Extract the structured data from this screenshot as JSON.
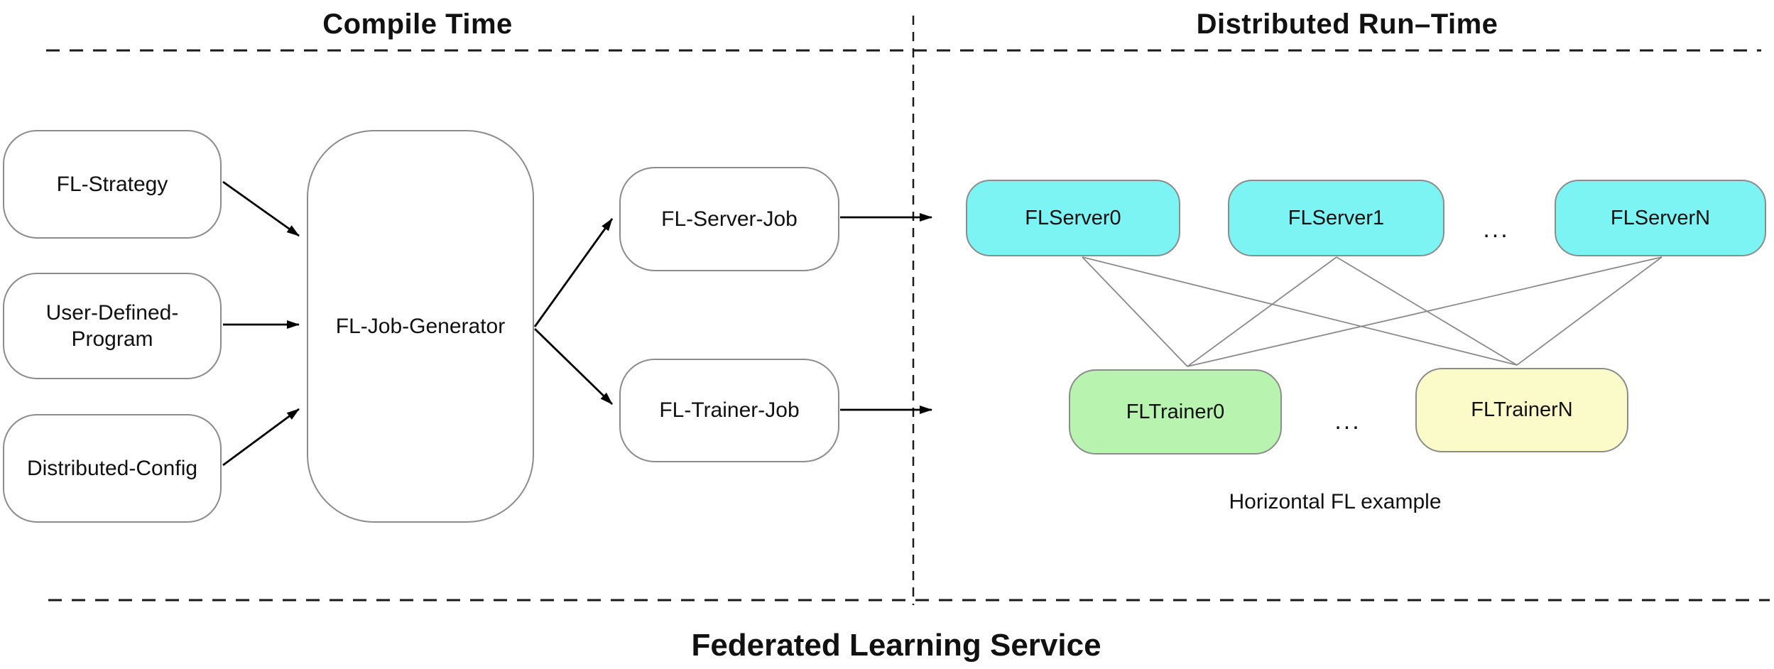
{
  "titles": {
    "compile": "Compile Time",
    "runtime": "Distributed Run–Time",
    "footer": "Federated Learning Service"
  },
  "compile_time": {
    "inputs": [
      {
        "label": "FL-Strategy"
      },
      {
        "label": "User-Defined-\nProgram"
      },
      {
        "label": "Distributed-Config"
      }
    ],
    "generator": {
      "label": "FL-Job-Generator"
    },
    "jobs": [
      {
        "label": "FL-Server-Job"
      },
      {
        "label": "FL-Trainer-Job"
      }
    ]
  },
  "run_time": {
    "servers": [
      {
        "label": "FLServer0"
      },
      {
        "label": "FLServer1"
      },
      {
        "label": "FLServerN"
      }
    ],
    "server_ellipsis": "...",
    "trainers": [
      {
        "label": "FLTrainer0"
      },
      {
        "label": "FLTrainerN"
      }
    ],
    "trainer_ellipsis": "...",
    "caption": "Horizontal FL example"
  },
  "colors": {
    "server_fill": "#7df4f4",
    "trainer0_fill": "#b8f3b0",
    "trainerN_fill": "#fbfbc9",
    "box_border": "#8c8c8c",
    "connector_line": "#8a8a8a",
    "arrow": "#000000"
  }
}
